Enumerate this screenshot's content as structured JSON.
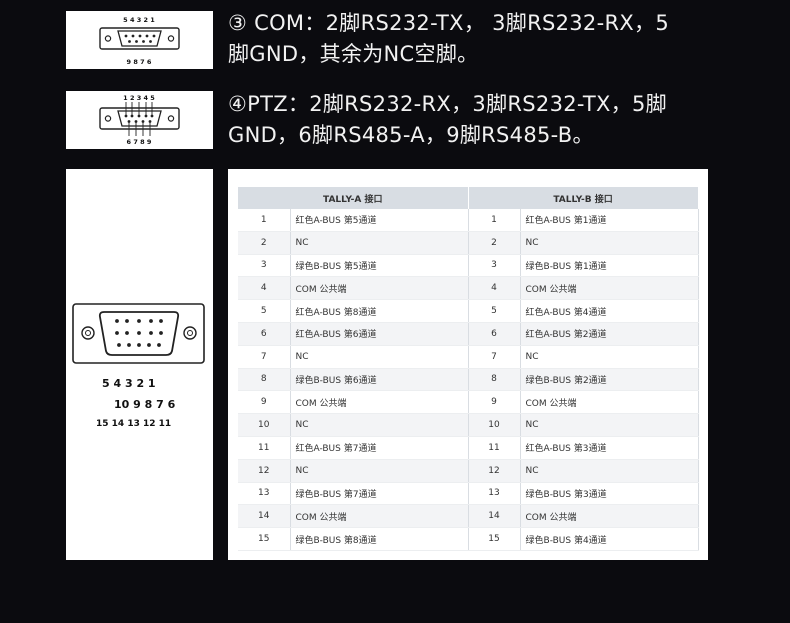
{
  "sections": {
    "com": {
      "text_line1": "③ COM：2脚RS232-TX， 3脚RS232-RX，5",
      "text_line2": "脚GND，其余为NC空脚。",
      "pin_top": "5 4 3 2 1",
      "pin_bottom": "9 8 7 6"
    },
    "ptz": {
      "text_line1": "④PTZ：2脚RS232-RX，3脚RS232-TX，5脚",
      "text_line2": "GND，6脚RS485-A，9脚RS485-B。",
      "pin_top": "1 2 3 4 5",
      "pin_bottom": "6 7 8 9"
    },
    "tally": {
      "row1": "5 4 3 2 1",
      "row2": "10 9 8 7 6",
      "row3": "15 14 13 12 11"
    }
  },
  "tally_table": {
    "header_a": "TALLY-A 接口",
    "header_b": "TALLY-B 接口",
    "rows": [
      {
        "a_pin": "1",
        "a_func": "红色A-BUS 第5通道",
        "b_pin": "1",
        "b_func": "红色A-BUS 第1通道"
      },
      {
        "a_pin": "2",
        "a_func": "NC",
        "b_pin": "2",
        "b_func": "NC"
      },
      {
        "a_pin": "3",
        "a_func": "绿色B-BUS 第5通道",
        "b_pin": "3",
        "b_func": "绿色B-BUS 第1通道"
      },
      {
        "a_pin": "4",
        "a_func": "COM 公共端",
        "b_pin": "4",
        "b_func": "COM 公共端"
      },
      {
        "a_pin": "5",
        "a_func": "红色A-BUS 第8通道",
        "b_pin": "5",
        "b_func": "红色A-BUS 第4通道"
      },
      {
        "a_pin": "6",
        "a_func": "红色A-BUS 第6通道",
        "b_pin": "6",
        "b_func": "红色A-BUS 第2通道"
      },
      {
        "a_pin": "7",
        "a_func": "NC",
        "b_pin": "7",
        "b_func": "NC"
      },
      {
        "a_pin": "8",
        "a_func": "绿色B-BUS 第6通道",
        "b_pin": "8",
        "b_func": "绿色B-BUS 第2通道"
      },
      {
        "a_pin": "9",
        "a_func": "COM 公共端",
        "b_pin": "9",
        "b_func": "COM 公共端"
      },
      {
        "a_pin": "10",
        "a_func": "NC",
        "b_pin": "10",
        "b_func": "NC"
      },
      {
        "a_pin": "11",
        "a_func": "红色A-BUS 第7通道",
        "b_pin": "11",
        "b_func": "红色A-BUS 第3通道"
      },
      {
        "a_pin": "12",
        "a_func": "NC",
        "b_pin": "12",
        "b_func": "NC"
      },
      {
        "a_pin": "13",
        "a_func": "绿色B-BUS 第7通道",
        "b_pin": "13",
        "b_func": "绿色B-BUS 第3通道"
      },
      {
        "a_pin": "14",
        "a_func": "COM 公共端",
        "b_pin": "14",
        "b_func": "COM 公共端"
      },
      {
        "a_pin": "15",
        "a_func": "绿色B-BUS 第8通道",
        "b_pin": "15",
        "b_func": "绿色B-BUS 第4通道"
      }
    ]
  },
  "icons": {
    "com_connector": "db9-female-connector-icon",
    "ptz_connector": "db9-connector-wired-icon",
    "tally_connector": "db15-connector-icon"
  }
}
